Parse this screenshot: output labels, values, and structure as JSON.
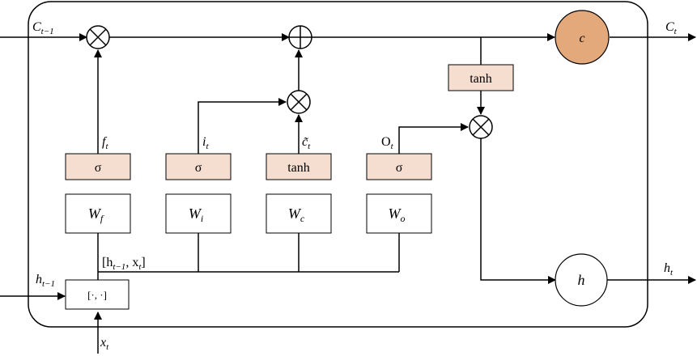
{
  "colors": {
    "gate_fill": "#f5ddd0",
    "cell_state_fill": "#e4a97a",
    "hidden_state_fill": "#ffffff",
    "frame_fill": "#ffffff",
    "line": "#000000"
  },
  "icons": {
    "multiply": "circle-times-icon",
    "add": "circle-plus-icon"
  },
  "inputs": {
    "c_prev": {
      "base": "C",
      "sub": "t−1"
    },
    "h_prev": {
      "base": "h",
      "sub": "t−1"
    },
    "x_t": {
      "base": "x",
      "sub": "t"
    }
  },
  "outputs": {
    "c_t": {
      "base": "C",
      "sub": "t"
    },
    "h_t": {
      "base": "h",
      "sub": "t"
    }
  },
  "concat": {
    "label": "[·, ·]",
    "annotation_open": "[h",
    "annotation_sub1": "t−1",
    "annotation_mid": ", x",
    "annotation_sub2": "t",
    "annotation_close": "]"
  },
  "gates": [
    {
      "id": "forget",
      "activation": "σ",
      "weight_base": "W",
      "weight_sub": "f",
      "signal_base": "f",
      "signal_sub": "t"
    },
    {
      "id": "input",
      "activation": "σ",
      "weight_base": "W",
      "weight_sub": "i",
      "signal_base": "i",
      "signal_sub": "t"
    },
    {
      "id": "candidate",
      "activation": "tanh",
      "weight_base": "W",
      "weight_sub": "c",
      "signal_base": "c̃",
      "signal_sub": "t"
    },
    {
      "id": "output",
      "activation": "σ",
      "weight_base": "W",
      "weight_sub": "o",
      "signal_base": "O",
      "signal_sub": "t"
    }
  ],
  "output_tanh": "tanh",
  "cell_state_node": "c",
  "hidden_state_node": "h"
}
